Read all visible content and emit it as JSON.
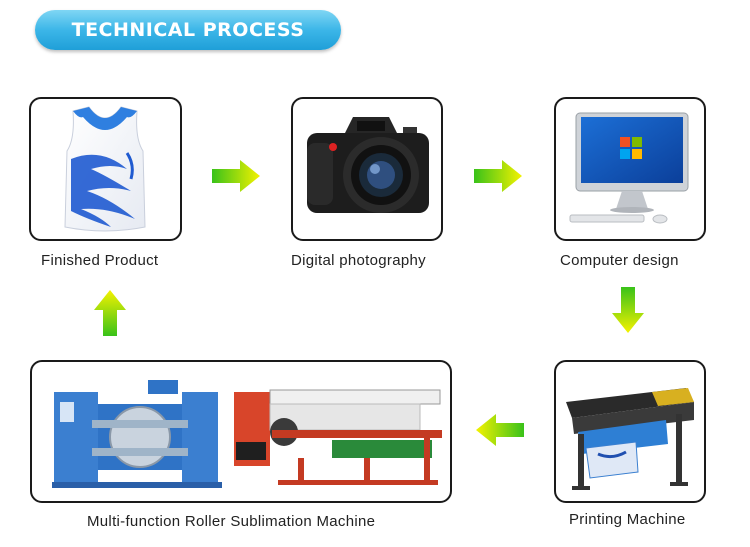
{
  "banner": {
    "title": "TECHNICAL PROCESS"
  },
  "steps": [
    {
      "label": "Finished Product",
      "icon": "jersey-icon"
    },
    {
      "label": "Digital photography",
      "icon": "camera-icon"
    },
    {
      "label": "Computer design",
      "icon": "computer-icon"
    },
    {
      "label": "Printing Machine",
      "icon": "printer-icon"
    },
    {
      "label": "Multi-function Roller Sublimation Machine",
      "icon": "roller-machine-icon"
    }
  ],
  "colors": {
    "banner": "#3cb6e8",
    "arrow_light": "#f4f200",
    "arrow_dark": "#39c21a",
    "border": "#1a1a1a"
  }
}
